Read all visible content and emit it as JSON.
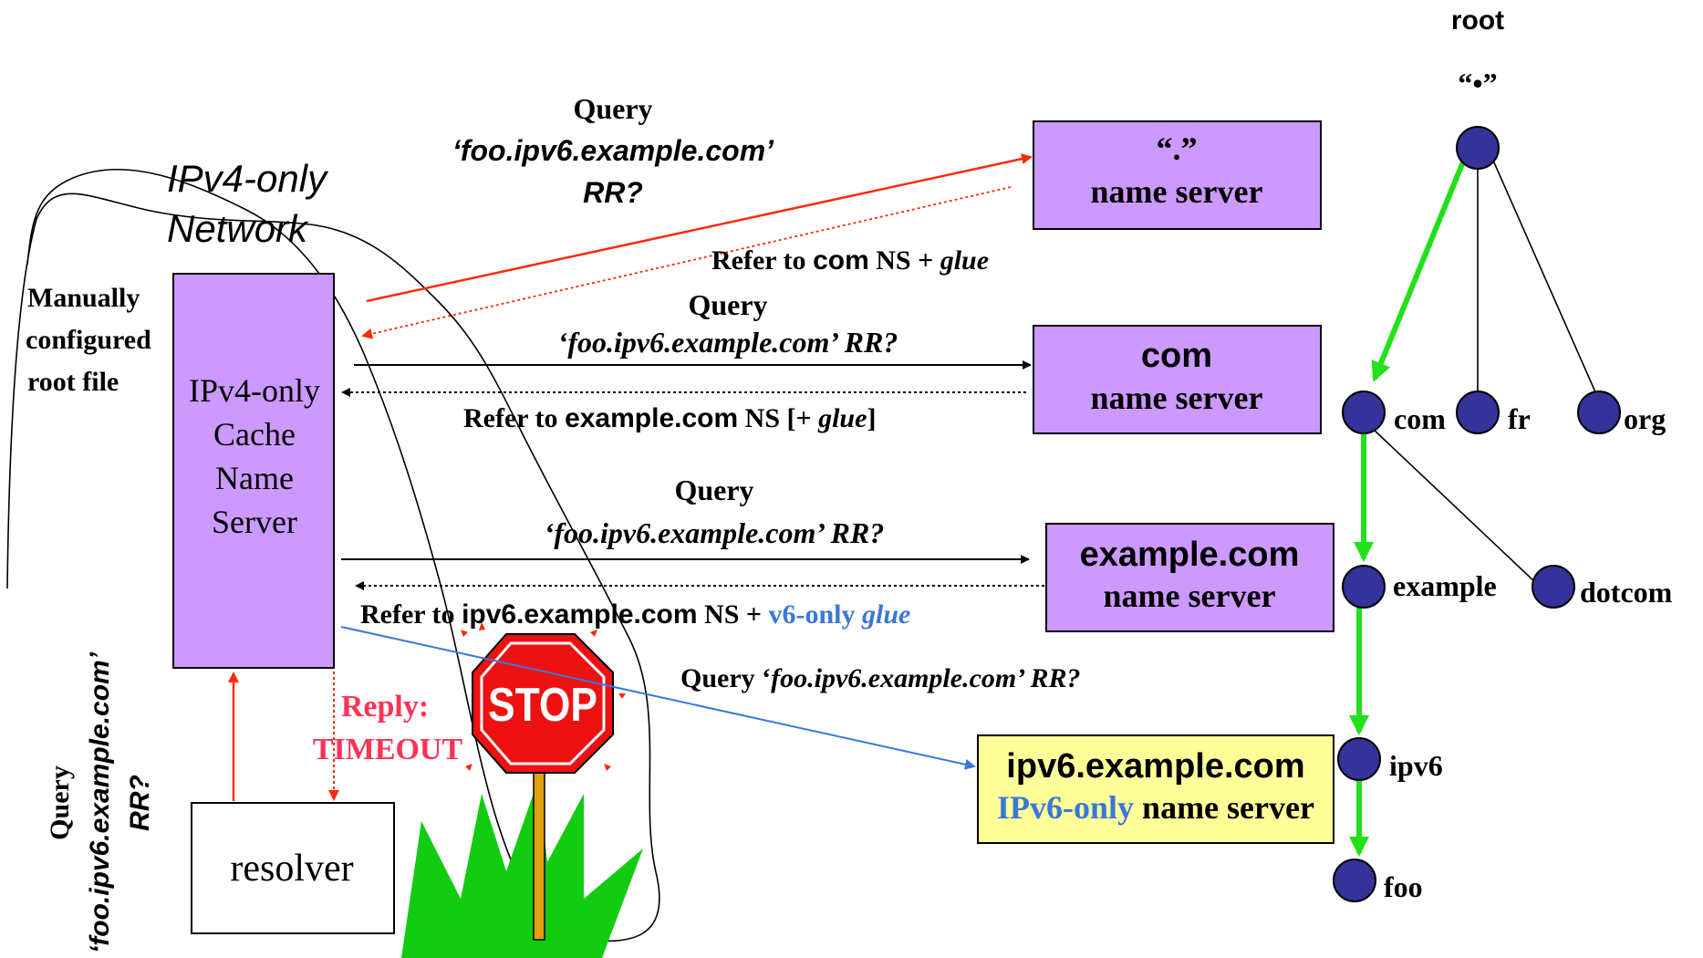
{
  "colors": {
    "red": "#ff2a0a",
    "blue": "#3a78d8",
    "green": "#22e01a",
    "purple_box": "#cc99ff",
    "yellow_box": "#ffff99",
    "node": "#33339a",
    "reply_text": "#ff3355",
    "stop_red": "#ee1111",
    "pole": "#e0a010",
    "grass": "#11cc11"
  },
  "network": {
    "line1": "IPv4-only",
    "line2": "Network"
  },
  "manual": {
    "line1": "Manually",
    "line2": "configured",
    "line3": "root  file"
  },
  "cache": {
    "line1": "IPv4-only",
    "line2": "Cache",
    "line3": "Name",
    "line4": "Server"
  },
  "resolver": {
    "label": "resolver"
  },
  "client_query": {
    "line1": "Query",
    "line2": "‘foo.ipv6.example.com’",
    "line3": "RR?"
  },
  "reply": {
    "line1": "Reply:",
    "line2": "TIMEOUT"
  },
  "stop": {
    "label": "STOP"
  },
  "servers": {
    "root": {
      "line1": "“.”",
      "line2": "name server"
    },
    "com": {
      "line1": "com",
      "line2": "name server"
    },
    "example": {
      "line1": "example.com",
      "line2": "name server"
    },
    "ipv6": {
      "line1": "ipv6.example.com",
      "line2a": "IPv6-only",
      "line2b": " name server"
    }
  },
  "queries": {
    "q1": {
      "line1": "Query",
      "line2": "‘foo.ipv6.example.com’",
      "line3": "RR?"
    },
    "r1": {
      "a": "Refer to ",
      "b": "com",
      "c": " NS + ",
      "d": "glue"
    },
    "q2": {
      "line1": "Query",
      "line2": "‘foo.ipv6.example.com’ RR?"
    },
    "r2": {
      "a": "Refer to ",
      "b": "example.com",
      "c": " NS [+ ",
      "d": "glue",
      "e": "]"
    },
    "q3": {
      "line1": "Query",
      "line2": "‘foo.ipv6.example.com’ RR?"
    },
    "r3": {
      "a": "Refer to ",
      "b": "ipv6.example.com",
      "c": " NS + ",
      "d": "v6-only",
      "e": " glue"
    },
    "q4": {
      "a": "Query ‘",
      "b": "foo.ipv6.example.com’ RR?"
    }
  },
  "tree": {
    "root_label": "root",
    "root_dot": "“•”",
    "nodes": {
      "com": "com",
      "fr": "fr",
      "org": "org",
      "example": "example",
      "dotcom": "dotcom",
      "ipv6": "ipv6",
      "foo": "foo"
    }
  }
}
